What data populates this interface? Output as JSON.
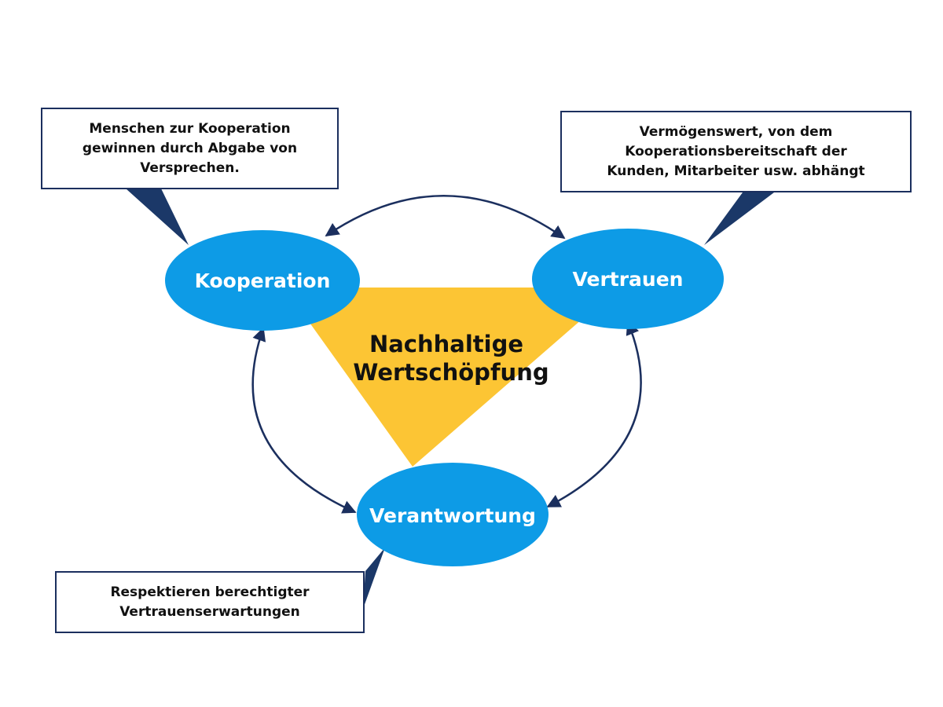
{
  "center": {
    "line1": "Nachhaltige",
    "line2": "Wertschöpfung"
  },
  "nodes": {
    "kooperation": "Kooperation",
    "vertrauen": "Vertrauen",
    "verantwortung": "Verantwortung"
  },
  "callouts": {
    "kooperation": "Menschen zur Kooperation\ngewinnen durch Abgabe von\nVersprechen.",
    "vertrauen": "Vermögenswert, von dem\nKooperationsbereitschaft der\nKunden, Mitarbeiter usw. abhängt",
    "verantwortung": "Respektieren berechtigter\nVertrauenserwartungen"
  },
  "colors": {
    "node_fill": "#0d9be6",
    "triangle_fill": "#fcc534",
    "arrow_stroke": "#1b2f5e",
    "callout_border": "#1b2f5e",
    "pointer_fill": "#1b3868"
  }
}
